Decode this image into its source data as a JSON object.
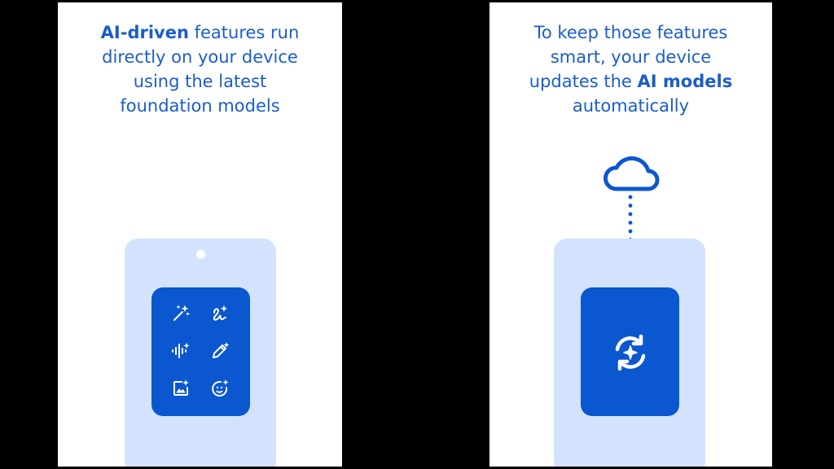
{
  "colors": {
    "background": "#000000",
    "panel": "#ffffff",
    "text_accent": "#1a5dc9",
    "phone_body": "#d3e3fd",
    "phone_screen": "#0b57d0",
    "icon": "#ffffff"
  },
  "left_panel": {
    "caption": {
      "line1_bold": "AI-driven",
      "line1_rest": " features run",
      "line2": "directly on your device",
      "line3": "using the latest",
      "line4": "foundation models"
    },
    "icons": [
      "magic-wand-icon",
      "sparkle-scribble-icon",
      "audio-waveform-sparkle-icon",
      "edit-pencil-sparkle-icon",
      "image-sparkle-icon",
      "face-sparkle-icon"
    ]
  },
  "right_panel": {
    "caption": {
      "line1": "To keep those features",
      "line2": "smart, your device",
      "line3_pre": "updates the ",
      "line3_bold": "AI models",
      "line4": "automatically"
    },
    "icons": [
      "cloud-icon",
      "sync-sparkle-icon"
    ]
  }
}
